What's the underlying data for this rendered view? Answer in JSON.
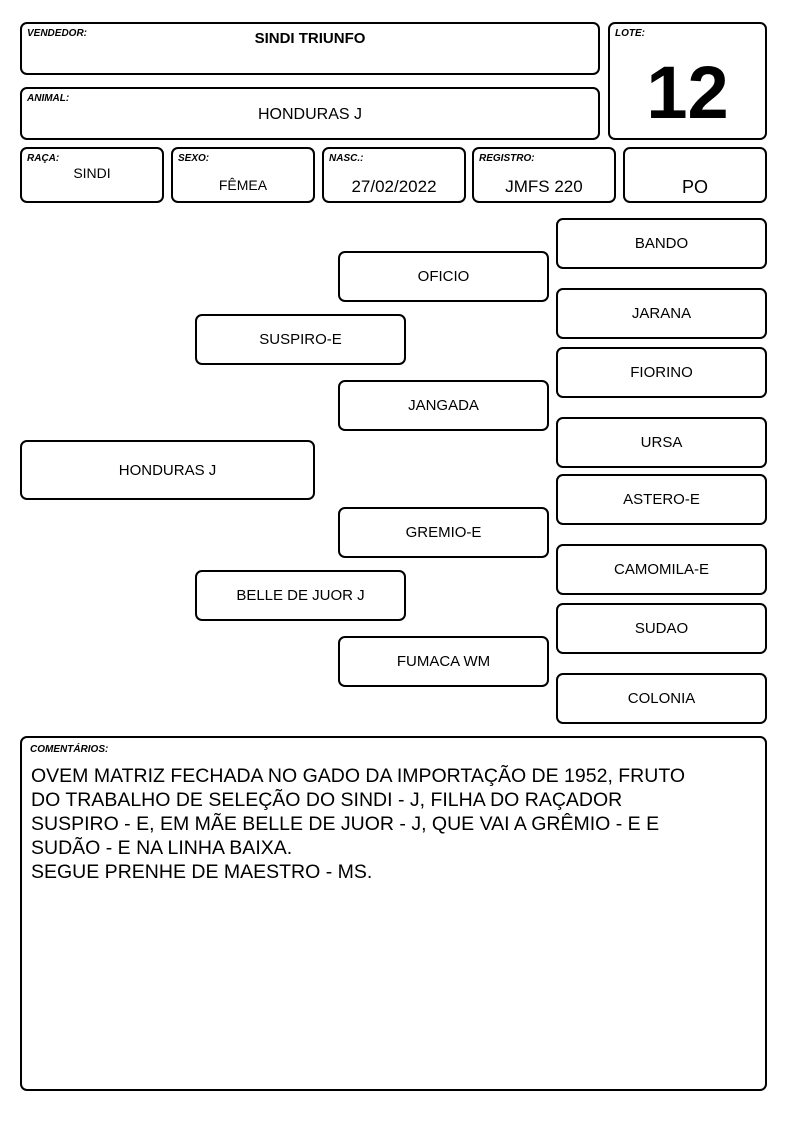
{
  "header": {
    "vendedor_label": "VENDEDOR:",
    "vendedor": "SINDI TRIUNFO",
    "lote_label": "LOTE:",
    "lote": "12",
    "animal_label": "ANIMAL:",
    "animal": "HONDURAS J",
    "raca_label": "RAÇA:",
    "raca": "SINDI",
    "sexo_label": "SEXO:",
    "sexo": "FÊMEA",
    "nasc_label": "NASC.:",
    "nasc": "27/02/2022",
    "registro_label": "REGISTRO:",
    "registro": "JMFS 220",
    "categoria": "PO"
  },
  "pedigree": {
    "animal": "HONDURAS J",
    "sire": "SUSPIRO-E",
    "dam": "BELLE DE JUOR J",
    "sire_sire": "OFICIO",
    "sire_dam": "JANGADA",
    "dam_sire": "GREMIO-E",
    "dam_dam": "FUMACA WM",
    "gen3": [
      "BANDO",
      "JARANA",
      "FIORINO",
      "URSA",
      "ASTERO-E",
      "CAMOMILA-E",
      "SUDAO",
      "COLONIA"
    ]
  },
  "comments": {
    "label": "COMENTÁRIOS:",
    "lines": [
      "OVEM MATRIZ FECHADA NO GADO DA IMPORTAÇÃO DE 1952, FRUTO",
      "DO TRABALHO DE SELEÇÃO DO SINDI - J, FILHA DO RAÇADOR",
      "SUSPIRO - E, EM MÃE BELLE DE JUOR - J, QUE VAI A GRÊMIO - E E",
      "SUDÃO - E NA LINHA BAIXA.",
      "SEGUE PRENHE DE MAESTRO - MS."
    ]
  }
}
